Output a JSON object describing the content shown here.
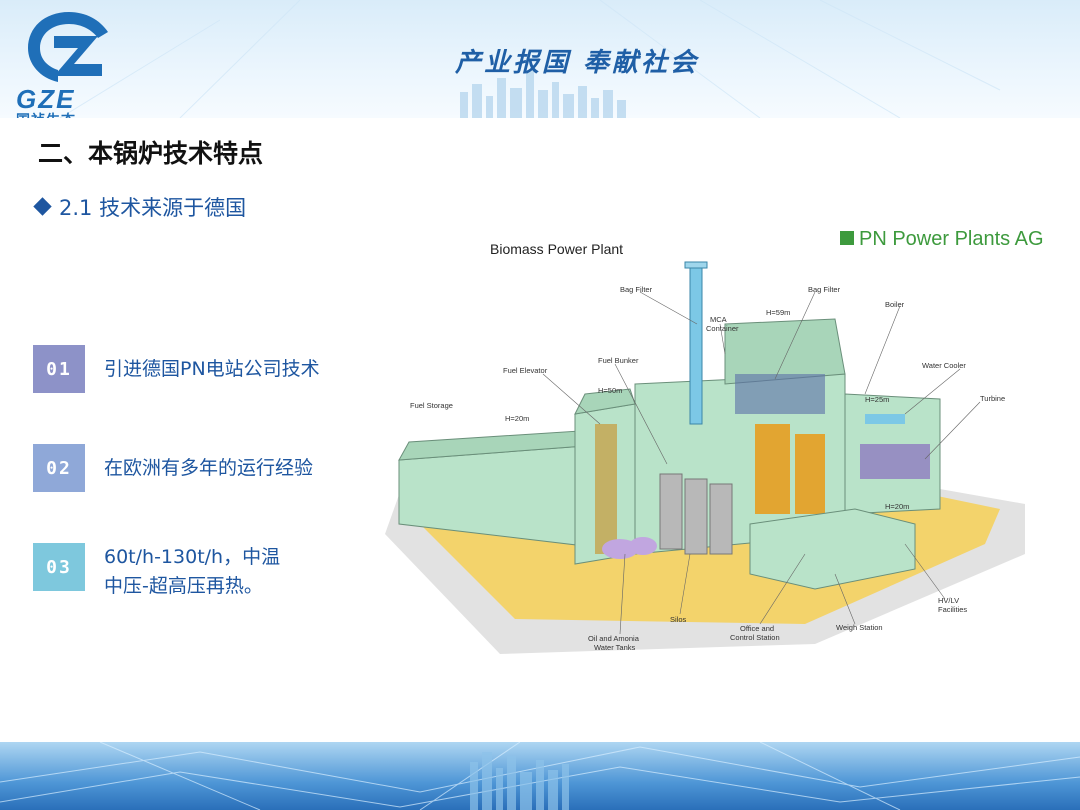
{
  "header": {
    "logo_text": "GZE",
    "logo_sub": "国祯生态",
    "slogan": "产业报国 奉献社会"
  },
  "section_title": "二、本锅炉技术特点",
  "sub_title": "2.1 技术来源于德国",
  "items": [
    {
      "num": "01",
      "text": "引进德国PN电站公司技术"
    },
    {
      "num": "02",
      "text": "在欧洲有多年的运行经验"
    },
    {
      "num": "03",
      "line1": "60t/h-130t/h，中温",
      "line2": "中压-超高压再热。"
    }
  ],
  "diagram": {
    "title": "Biomass Power Plant",
    "brand": "PN Power Plants AG",
    "labels": {
      "bag_filter_1": "Bag Filter",
      "bag_filter_2": "Bag Filter",
      "mca_1": "MCA",
      "mca_2": "Container",
      "h59": "H=59m",
      "boiler": "Boiler",
      "fuel_bunker": "Fuel Bunker",
      "fuel_elevator": "Fuel Elevator",
      "h50": "H=50m",
      "water_cooler": "Water Cooler",
      "h25": "H=25m",
      "turbine": "Turbine",
      "fuel_storage": "Fuel Storage",
      "h20a": "H=20m",
      "h20b": "H=20m",
      "silos": "Silos",
      "oil_1": "Oil and Amonia",
      "oil_2": "Water Tanks",
      "office_1": "Office and",
      "office_2": "Control Station",
      "weigh": "Weigh Station",
      "hv_1": "HV/LV",
      "hv_2": "Facilities"
    }
  },
  "colors": {
    "badge1": "#8d92c8",
    "badge2": "#8fa8d8",
    "badge3": "#7ec8dd",
    "building": "#b9e3c9",
    "ground": "#f3d36b",
    "accent": "#1e56a0"
  }
}
